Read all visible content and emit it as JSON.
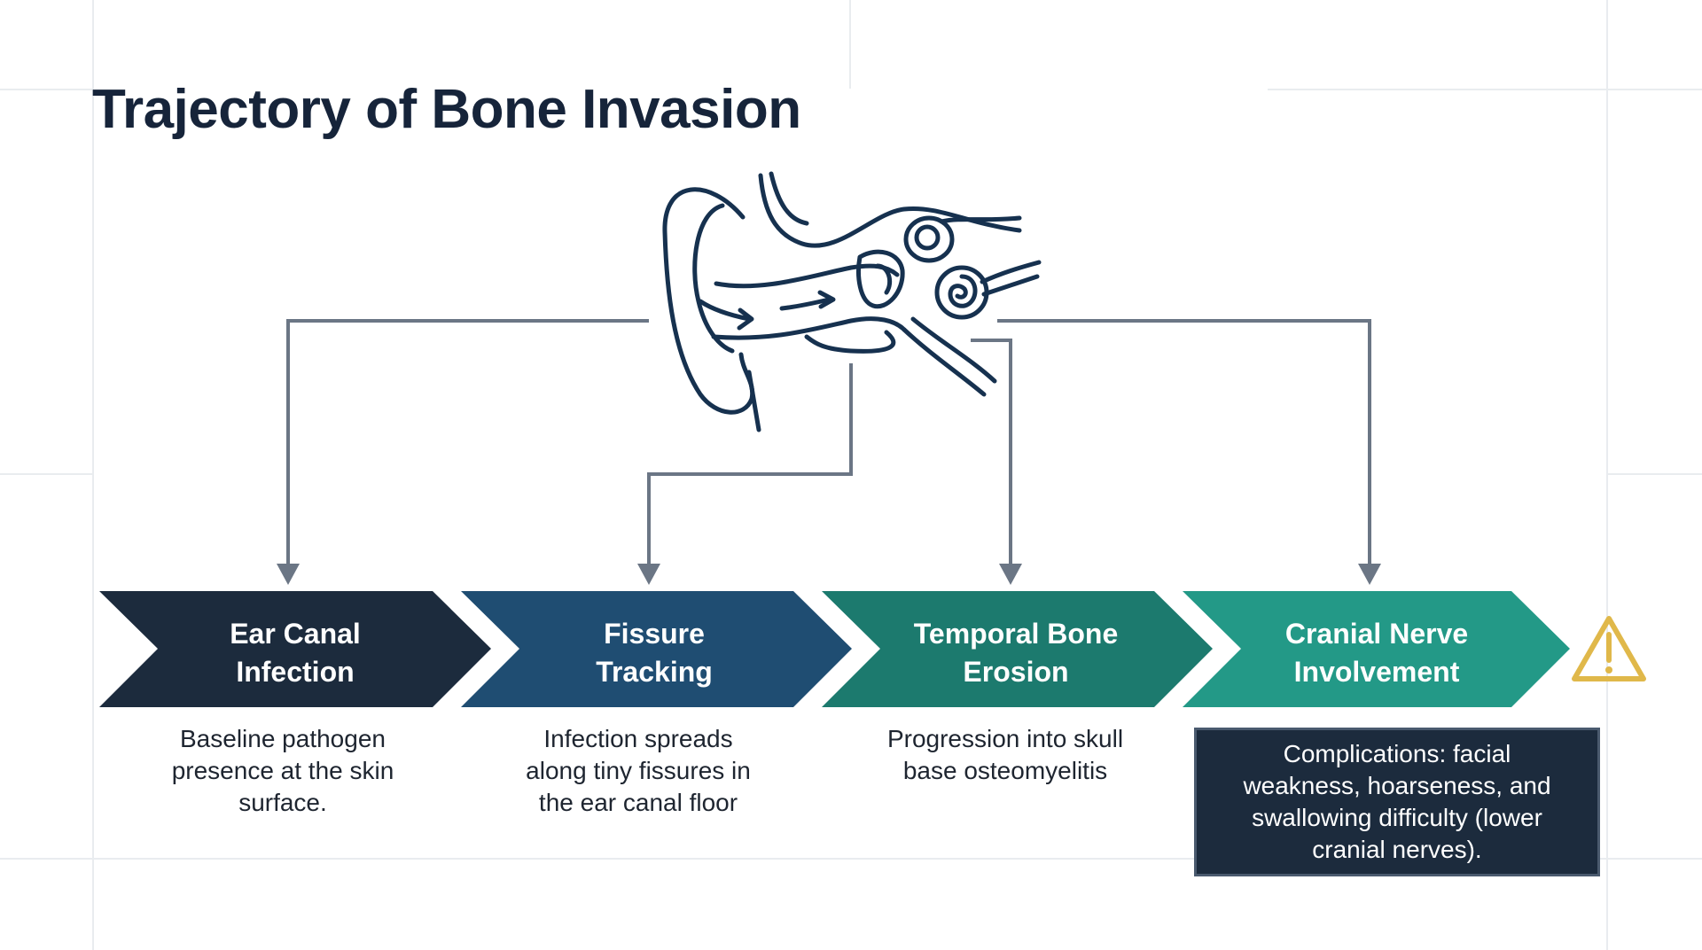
{
  "title": "Trajectory of Bone Invasion",
  "stages": [
    {
      "label": "Ear Canal\nInfection",
      "description": "Baseline pathogen\npresence at the skin\nsurface.",
      "color": "#1c2b3d"
    },
    {
      "label": "Fissure\nTracking",
      "description": "Infection spreads\nalong tiny fissures in\nthe ear canal floor",
      "color": "#1f4d72"
    },
    {
      "label": "Temporal Bone\nErosion",
      "description": "Progression into skull\nbase osteomyelitis",
      "color": "#1c7a6e"
    },
    {
      "label": "Cranial Nerve\nInvolvement",
      "description": "Complications: facial\nweakness, hoarseness, and\nswallowing difficulty (lower\ncranial nerves).",
      "color": "#239987"
    }
  ],
  "icons": {
    "illustration": "ear-anatomy-icon",
    "alert": "warning-icon"
  },
  "colors": {
    "ink": "#16243a",
    "connector": "#6b7685",
    "warning": "#e0b84a"
  }
}
